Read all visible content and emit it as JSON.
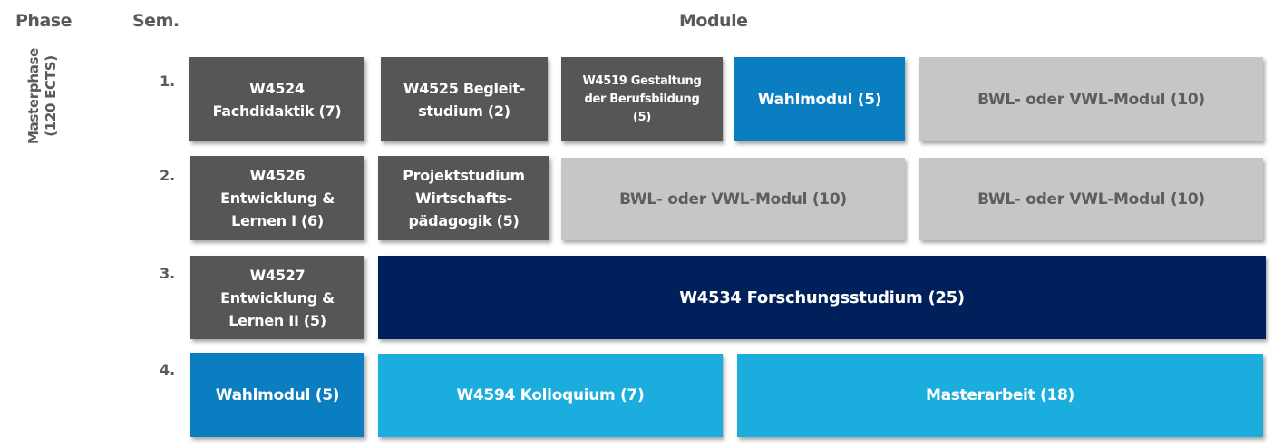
{
  "header": {
    "phase": "Phase",
    "semester": "Sem.",
    "modules": "Module"
  },
  "phase_label": {
    "line1": "Masterphase",
    "line2": "(120 ECTS)"
  },
  "semesters": [
    "1.",
    "2.",
    "3.",
    "4."
  ],
  "modules": {
    "s1_fachdidaktik": "W4524\nFachdidaktik (7)",
    "s1_begleitstudium": "W4525 Begleit-\nstudium (2)",
    "s1_gestaltung": "W4519 Gestaltung\nder Berufsbildung\n(5)",
    "s1_wahlmodul": "Wahlmodul (5)",
    "s1_bwl_vwl": "BWL- oder VWL-Modul (10)",
    "s2_entwicklung": "W4526\nEntwicklung &\nLernen I (6)",
    "s2_projektstudium": "Projektstudium\nWirtschafts-\npädagogik (5)",
    "s2_bwl_vwl_a": "BWL- oder VWL-Modul  (10)",
    "s2_bwl_vwl_b": "BWL- oder VWL-Modul  (10)",
    "s3_entwicklung": "W4527\nEntwicklung &\nLernen II (5)",
    "s3_forschungsstudium": "W4534 Forschungsstudium  (25)",
    "s4_wahlmodul": "Wahlmodul (5)",
    "s4_kolloquium": "W4594 Kolloquium (7)",
    "s4_masterarbeit": "Masterarbeit (18)"
  },
  "colors": {
    "dark_gray": "#565656",
    "light_gray": "#c5c6c5",
    "blue": "#0a7ec1",
    "navy": "#00205b",
    "cyan": "#1badde"
  }
}
